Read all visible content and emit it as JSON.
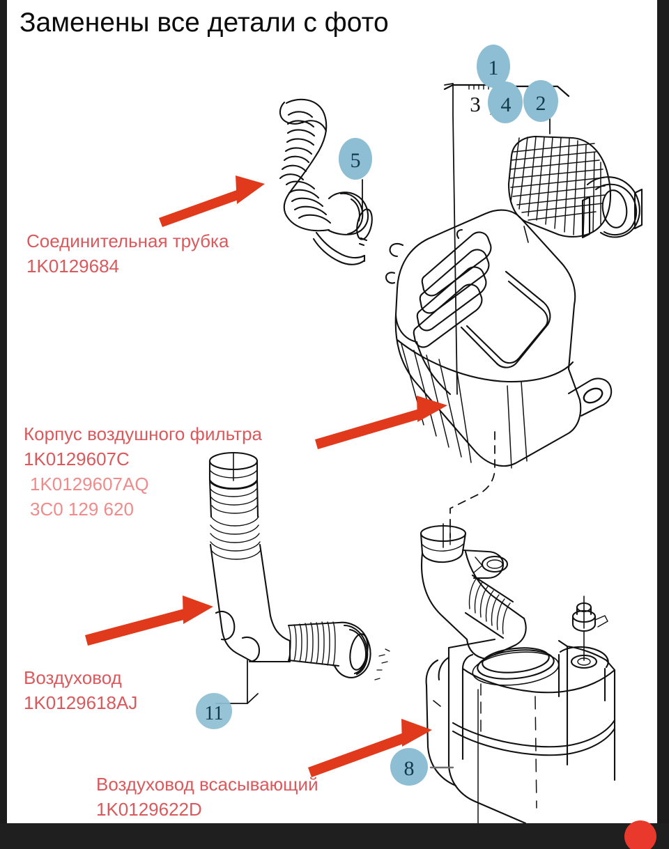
{
  "header": {
    "title": "Заменены все детали с фото"
  },
  "colors": {
    "annotation_red": "#e26a6a",
    "arrow_red": "#e0391b",
    "badge_blue": "#8ebed3",
    "badge_text": "#12384a",
    "line_black": "#111111",
    "page_background": "#ffffff",
    "frame_dark": "#1c1c1c"
  },
  "labels": [
    {
      "id": "connector-pipe",
      "name": "Соединительная трубка",
      "part_numbers": [
        "1K0129684"
      ]
    },
    {
      "id": "air-filter-housing",
      "name": "Корпус воздушного фильтра",
      "part_numbers": [
        "1K0129607C",
        "1K0129607AQ",
        "3C0 129 620"
      ]
    },
    {
      "id": "air-duct",
      "name": "Воздуховод",
      "part_numbers": [
        "1K0129618AJ"
      ]
    },
    {
      "id": "intake-air-duct",
      "name": "Воздуховод всасывающий",
      "part_numbers": [
        "1K0129622D"
      ]
    }
  ],
  "callouts": [
    {
      "id": "callout-1",
      "text": "1",
      "shape": "ellipse",
      "style": "blue-badge"
    },
    {
      "id": "callout-3",
      "text": "3",
      "shape": "none",
      "style": "plain-text"
    },
    {
      "id": "callout-comma",
      "text": ",",
      "shape": "none",
      "style": "plain-text"
    },
    {
      "id": "callout-4",
      "text": "4",
      "shape": "ellipse",
      "style": "blue-badge"
    },
    {
      "id": "callout-2",
      "text": "2",
      "shape": "ellipse",
      "style": "blue-badge"
    },
    {
      "id": "callout-5",
      "text": "5",
      "shape": "ellipse",
      "style": "blue-badge"
    },
    {
      "id": "callout-11",
      "text": "11",
      "shape": "circle",
      "style": "blue-badge"
    },
    {
      "id": "callout-8",
      "text": "8",
      "shape": "circle",
      "style": "blue-badge"
    }
  ],
  "arrows": [
    {
      "id": "arrow-connector",
      "points_to": "connector-pipe"
    },
    {
      "id": "arrow-housing",
      "points_to": "air-filter-housing"
    },
    {
      "id": "arrow-duct",
      "points_to": "air-duct"
    },
    {
      "id": "arrow-intake",
      "points_to": "intake-air-duct"
    }
  ],
  "diagram": {
    "type": "technical-line-drawing",
    "subject": "Automotive air intake system exploded view"
  }
}
